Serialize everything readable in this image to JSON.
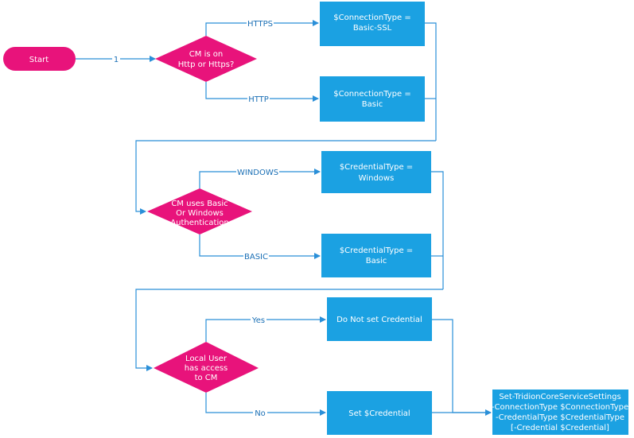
{
  "colors": {
    "decision": "#e8137b",
    "process": "#1ba1e2",
    "line": "#2a8fd8",
    "label": "#1a6fb5",
    "text": "#ffffff"
  },
  "start": {
    "label": "Start"
  },
  "edges": {
    "start_to_d1": "1",
    "https": "HTTPS",
    "http": "HTTP",
    "windows": "WINDOWS",
    "basic": "BASIC",
    "yes": "Yes",
    "no": "No"
  },
  "decisions": [
    {
      "id": "d1",
      "lines": [
        "CM is on",
        "Http or Https?"
      ]
    },
    {
      "id": "d2",
      "lines": [
        "CM uses Basic",
        "Or Windows",
        "Authentication"
      ]
    },
    {
      "id": "d3",
      "lines": [
        "Local User",
        "has access",
        "to CM"
      ]
    }
  ],
  "processes": [
    {
      "id": "p1",
      "lines": [
        "$ConnectionType =",
        "Basic-SSL"
      ]
    },
    {
      "id": "p2",
      "lines": [
        "$ConnectionType =",
        "Basic"
      ]
    },
    {
      "id": "p3",
      "lines": [
        "$CredentialType =",
        "Windows"
      ]
    },
    {
      "id": "p4",
      "lines": [
        "$CredentialType =",
        "Basic"
      ]
    },
    {
      "id": "p5",
      "lines": [
        "Do Not set Credential"
      ]
    },
    {
      "id": "p6",
      "lines": [
        "Set $Credential"
      ]
    },
    {
      "id": "p7",
      "lines": [
        "Set-TridionCoreServiceSettings",
        "-ConnectionType $ConnectionType",
        "-CredentialType $CredentialType",
        "[-Credential $Credential]"
      ]
    }
  ]
}
